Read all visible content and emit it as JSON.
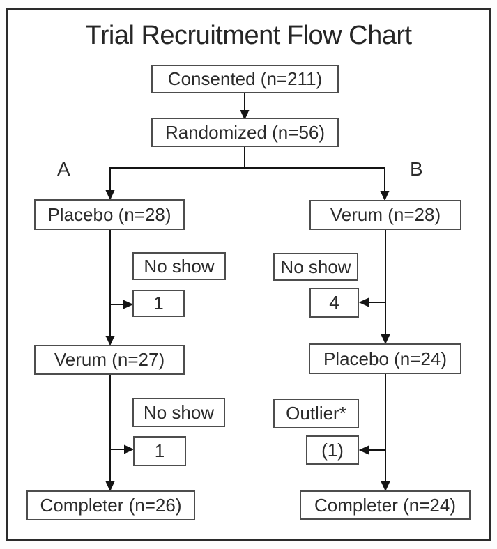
{
  "title": "Trial Recruitment Flow Chart",
  "branch_labels": {
    "left": "A",
    "right": "B"
  },
  "nodes": {
    "consented": "Consented (n=211)",
    "randomized": "Randomized (n=56)",
    "left": {
      "allocation": "Placebo (n=28)",
      "dropout1_label": "No show",
      "dropout1_value": "1",
      "switch": "Verum (n=27)",
      "dropout2_label": "No show",
      "dropout2_value": "1",
      "completer": "Completer (n=26)"
    },
    "right": {
      "allocation": "Verum (n=28)",
      "dropout1_label": "No show",
      "dropout1_value": "4",
      "switch": "Placebo (n=24)",
      "dropout2_label": "Outlier*",
      "dropout2_value": "(1)",
      "completer": "Completer (n=24)"
    }
  },
  "colors": {
    "frame_border": "#2b2b2b",
    "box_border": "#4d4d4d",
    "text": "#2b2b2b",
    "line": "#141414",
    "background": "#ffffff"
  }
}
